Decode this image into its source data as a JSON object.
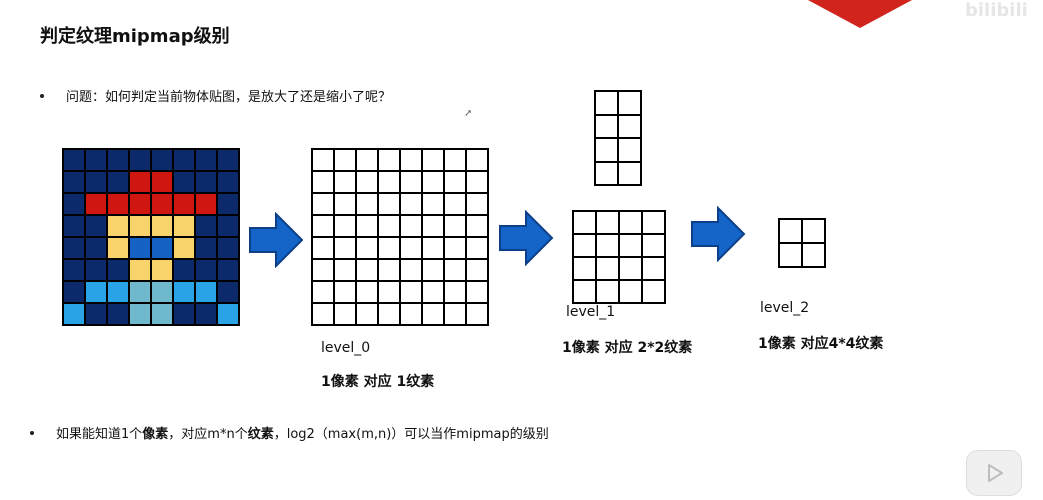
{
  "title": "判定纹理mipmap级别",
  "bullets": {
    "question": "问题：如何判定当前物体贴图，是放大了还是缩小了呢？",
    "conclusion_prefix": "如果能知道1个",
    "conclusion_pixel": "像素",
    "conclusion_mid": "，对应m*n个",
    "conclusion_texel": "纹素",
    "conclusion_suffix": "，log2（max(m,n)）可以当作mipmap的级别"
  },
  "levels": {
    "level0": {
      "name": "level_0",
      "caption": "1像素 对应 1纹素"
    },
    "level1": {
      "name": "level_1",
      "caption": "1像素 对应 2*2纹素"
    },
    "level2": {
      "name": "level_2",
      "caption": "1像素 对应4*4纹素"
    }
  },
  "colors": {
    "navy": "#0b2a6b",
    "red": "#d0170f",
    "yellow": "#f8d36b",
    "blue": "#1463c4",
    "sky": "#2aa3e6",
    "teal": "#6fb9cc",
    "arrow": "#1565c8"
  },
  "pixel_art": [
    [
      "navy",
      "navy",
      "navy",
      "navy",
      "navy",
      "navy",
      "navy",
      "navy"
    ],
    [
      "navy",
      "navy",
      "navy",
      "red",
      "red",
      "navy",
      "navy",
      "navy"
    ],
    [
      "navy",
      "red",
      "red",
      "red",
      "red",
      "red",
      "red",
      "navy"
    ],
    [
      "navy",
      "navy",
      "yellow",
      "yellow",
      "yellow",
      "yellow",
      "navy",
      "navy"
    ],
    [
      "navy",
      "navy",
      "yellow",
      "blue",
      "blue",
      "yellow",
      "navy",
      "navy"
    ],
    [
      "navy",
      "navy",
      "navy",
      "yellow",
      "yellow",
      "navy",
      "navy",
      "navy"
    ],
    [
      "navy",
      "sky",
      "sky",
      "teal",
      "teal",
      "sky",
      "sky",
      "navy"
    ],
    [
      "sky",
      "navy",
      "navy",
      "teal",
      "teal",
      "navy",
      "navy",
      "sky"
    ]
  ]
}
